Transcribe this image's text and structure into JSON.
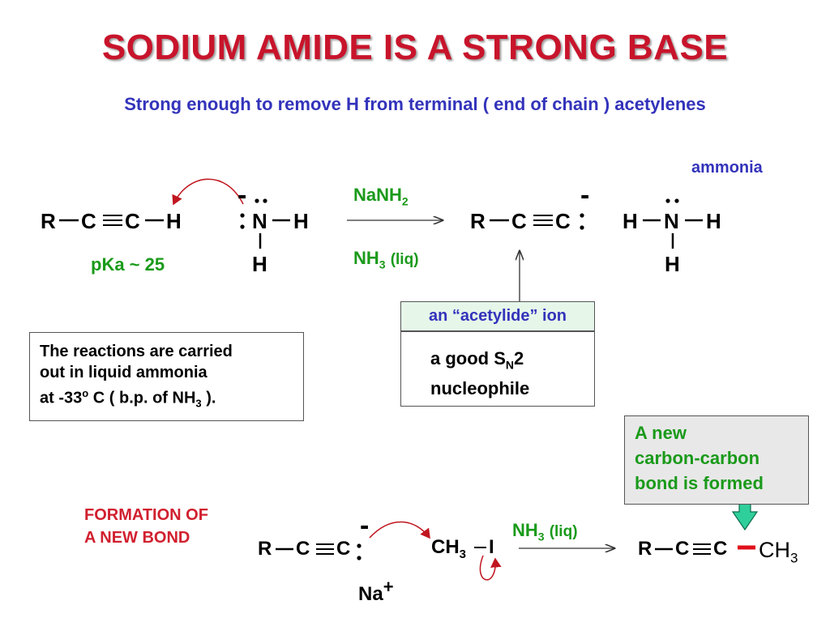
{
  "title": "SODIUM AMIDE IS A STRONG BASE",
  "subtitle": "Strong enough to remove H from terminal ( end of chain )  acetylenes",
  "reaction1": {
    "alkyne_R": "R",
    "alkyne_C1": "C",
    "alkyne_C2": "C",
    "alkyne_H": "H",
    "amide_N": "N",
    "amide_H_right": "H",
    "amide_H_bottom": "H",
    "amide_charge": "-",
    "pka": "pKa ~  25",
    "reagent_top": "NaNH",
    "reagent_top_sub": "2",
    "reagent_bottom": "NH",
    "reagent_bottom_sub": "3",
    "reagent_bottom_paren": "(liq)",
    "product_R": "R",
    "product_C1": "C",
    "product_C2": "C",
    "product_charge": "-",
    "ammonia_label": "ammonia",
    "ammonia_H_left": "H",
    "ammonia_N": "N",
    "ammonia_H_right": "H",
    "ammonia_H_bottom": "H"
  },
  "conditions_box": {
    "line1": "The reactions are carried",
    "line2": "out in liquid ammonia",
    "line3_pre": "at -33",
    "line3_sup": "o",
    "line3_mid": " C ( b.p. of NH",
    "line3_sub": "3",
    "line3_post": " )."
  },
  "acetylide_box": {
    "label": "an “acetylide” ion",
    "line1_pre": "a good  S",
    "line1_sub": "N",
    "line1_post": "2",
    "line2": "nucleophile"
  },
  "new_bond_box": {
    "line1": "A new",
    "line2": "carbon-carbon",
    "line3": "bond is formed"
  },
  "formation_label": {
    "line1": "FORMATION OF",
    "line2": "A NEW BOND"
  },
  "reaction2": {
    "R": "R",
    "C1": "C",
    "C2": "C",
    "charge": "-",
    "counterion": "Na",
    "counterion_charge": "+",
    "methyl": "CH",
    "methyl_sub": "3",
    "iodine": "I",
    "reagent": "NH",
    "reagent_sub": "3",
    "reagent_paren": "(liq)",
    "product_R": "R",
    "product_C1": "C",
    "product_C2": "C",
    "product_methyl": "CH",
    "product_methyl_sub": "3"
  },
  "colors": {
    "title": "#c8142b",
    "subtitle": "#3333bb",
    "green": "#1a9a1a",
    "red": "#d1202f",
    "arrow_teal": "#2fcf9b",
    "acetylide_fill": "#e6f7ea",
    "new_bond_fill": "#e8e8e8"
  }
}
